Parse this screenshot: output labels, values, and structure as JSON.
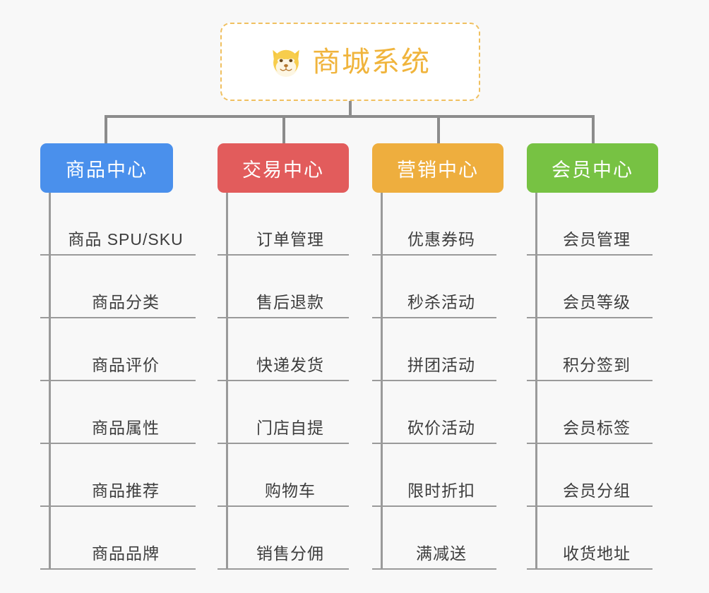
{
  "canvas": {
    "background": "#f8f8f8",
    "connector_color": "#8c8c8c"
  },
  "root": {
    "title": "商城系统",
    "icon": "shiba-dog-face-icon",
    "border_color": "#f0c060",
    "text_color": "#f0b43c",
    "background": "#ffffff"
  },
  "categories": [
    {
      "label": "商品中心",
      "color": "#4a90ec",
      "items": [
        "商品 SPU/SKU",
        "商品分类",
        "商品评价",
        "商品属性",
        "商品推荐",
        "商品品牌"
      ]
    },
    {
      "label": "交易中心",
      "color": "#e25c5c",
      "items": [
        "订单管理",
        "售后退款",
        "快递发货",
        "门店自提",
        "购物车",
        "销售分佣"
      ]
    },
    {
      "label": "营销中心",
      "color": "#eeae3e",
      "items": [
        "优惠券码",
        "秒杀活动",
        "拼团活动",
        "砍价活动",
        "限时折扣",
        "满减送"
      ]
    },
    {
      "label": "会员中心",
      "color": "#77c243",
      "items": [
        "会员管理",
        "会员等级",
        "积分签到",
        "会员标签",
        "会员分组",
        "收货地址"
      ]
    }
  ]
}
